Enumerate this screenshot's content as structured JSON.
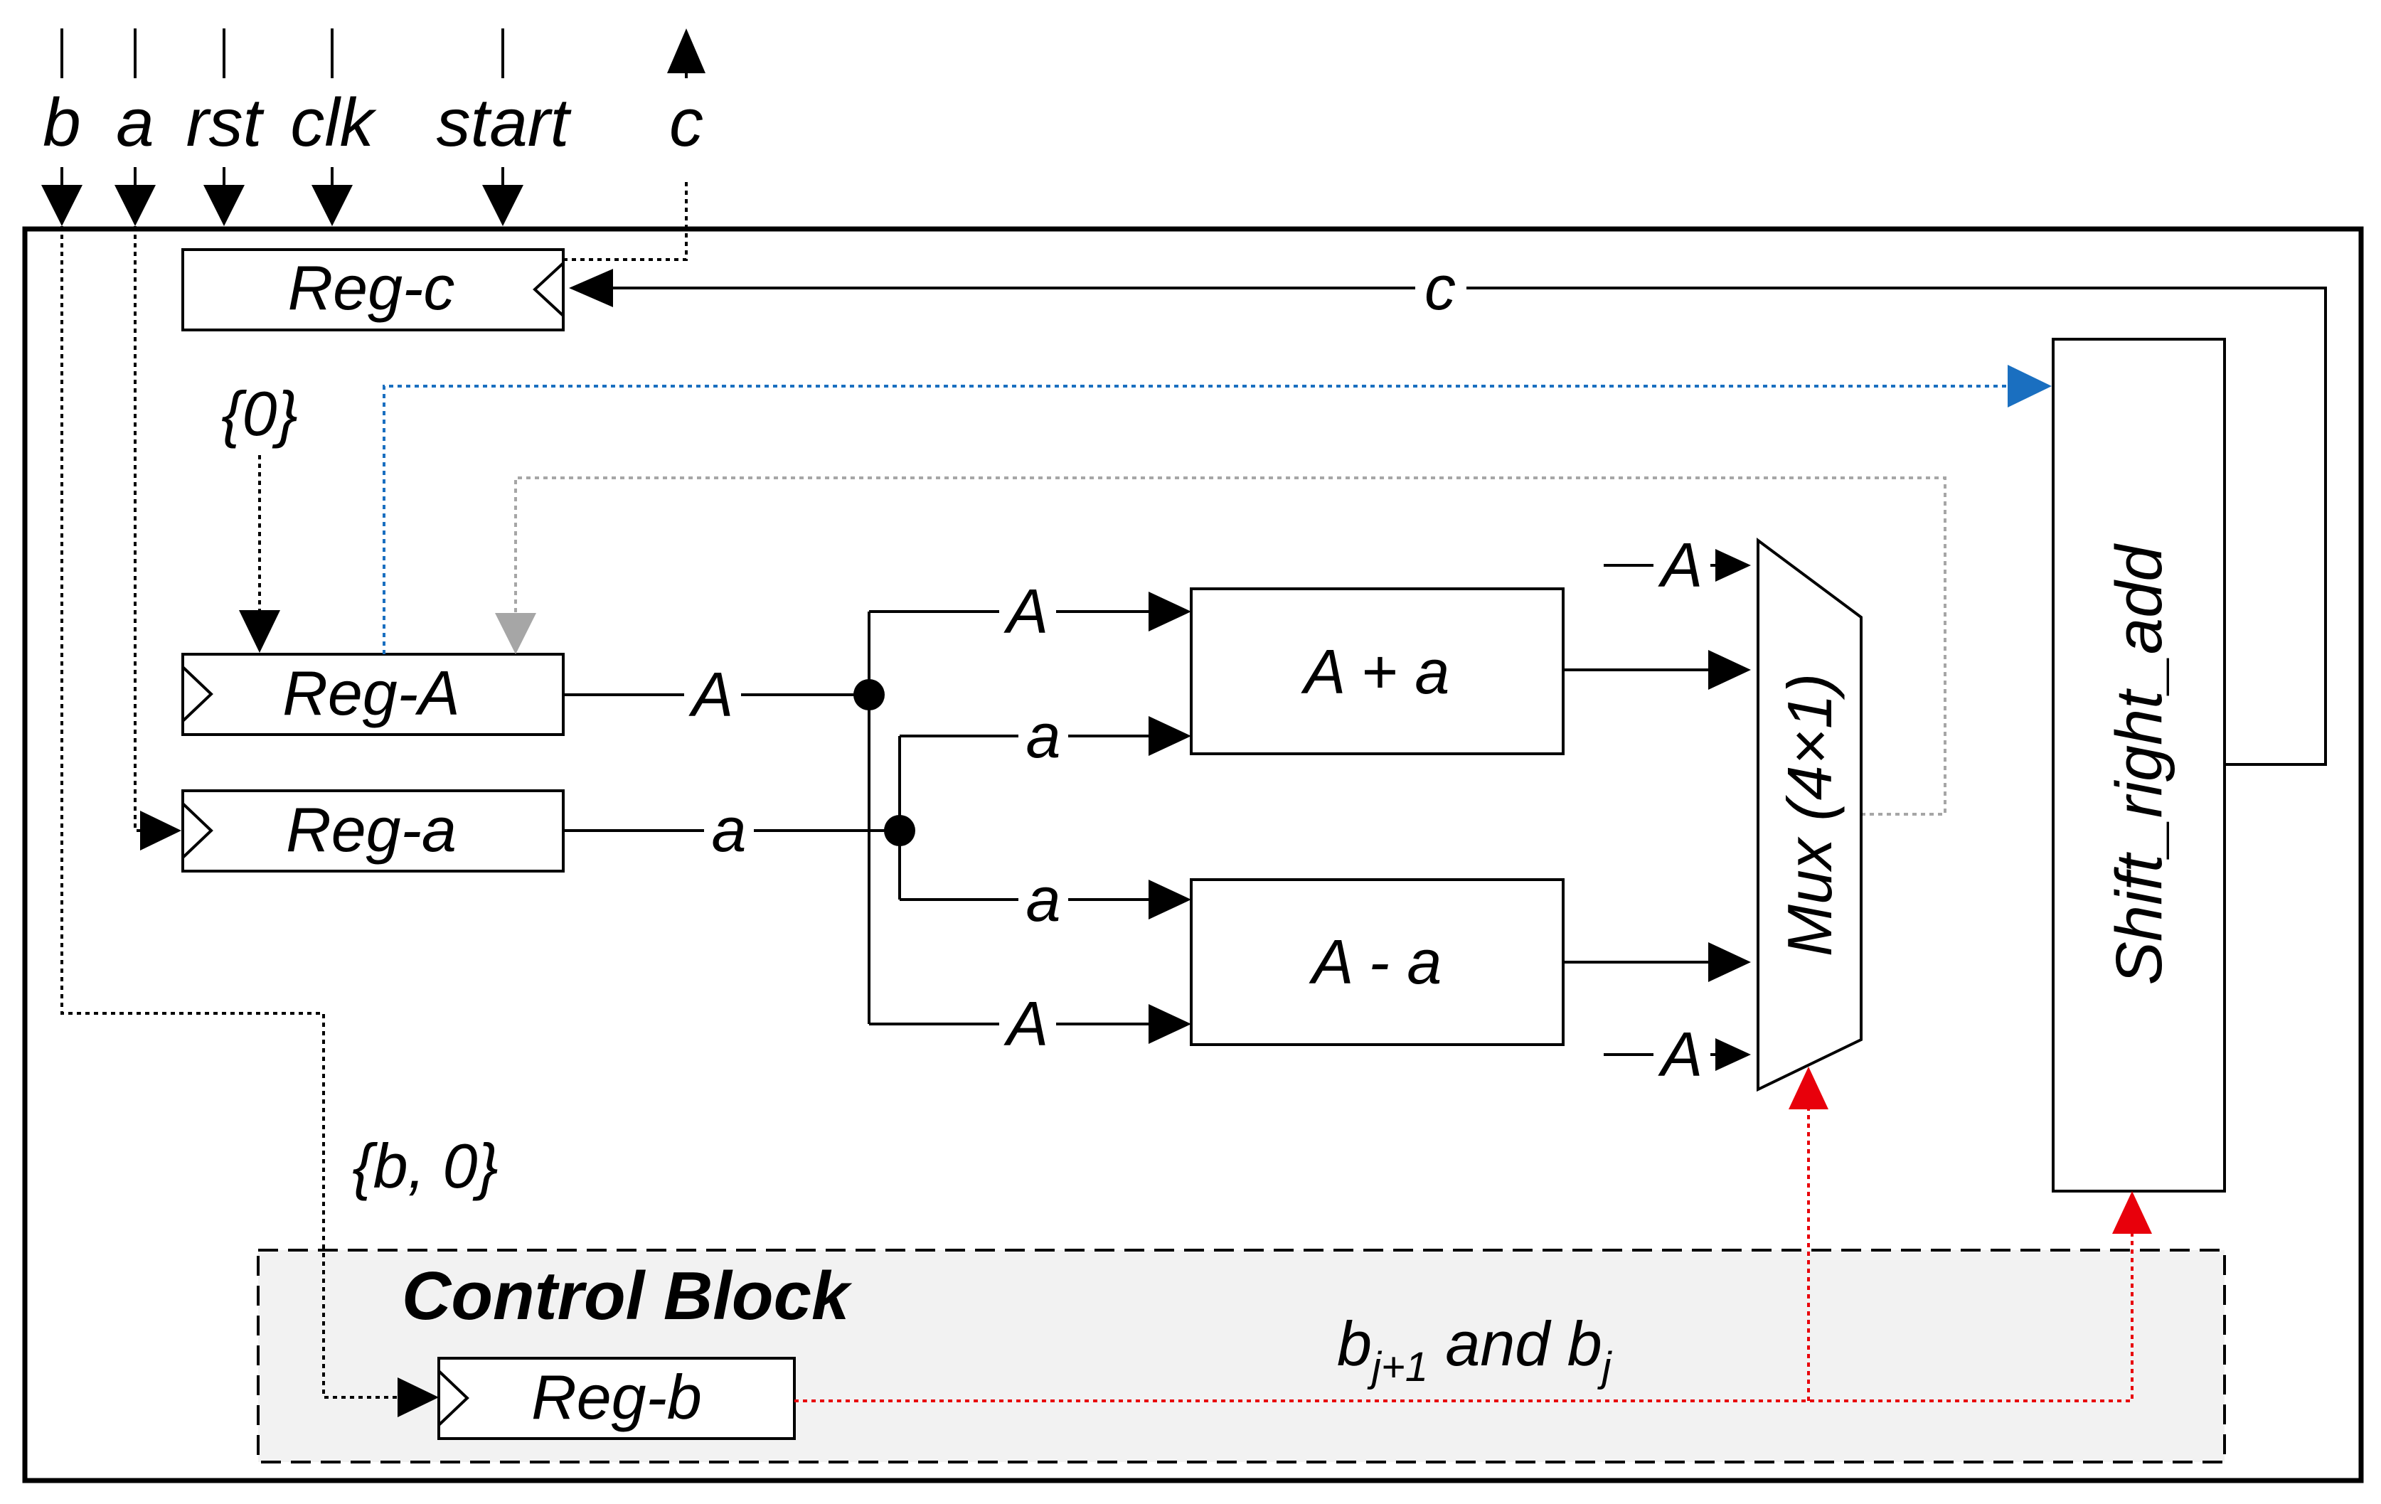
{
  "inputs": {
    "b": "b",
    "a": "a",
    "rst": "rst",
    "clk": "clk",
    "start": "start",
    "c_out": "c"
  },
  "registers": {
    "reg_c": "Reg-c",
    "reg_A": "Reg-A",
    "reg_a": "Reg-a",
    "reg_b": "Reg-b"
  },
  "constants": {
    "zero": "{0}",
    "b_zero": "{b, 0}"
  },
  "blocks": {
    "adder": "A + a",
    "subtractor": "A - a",
    "mux": "Mux (4×1)",
    "shift": "Shift_right_add",
    "control": "Control Block"
  },
  "wires": {
    "c": "c",
    "A_from_reg": "A",
    "a_from_reg": "a",
    "A_to_add": "A",
    "a_to_add": "a",
    "a_to_sub": "a",
    "A_to_sub": "A",
    "mux_in_top": "A",
    "mux_in_bottom": "A"
  },
  "control_signal": {
    "b1": "b",
    "sub1": "j+1",
    "and": " and ",
    "b2": "b",
    "sub2": "j"
  },
  "colors": {
    "black": "#000000",
    "blue": "#1a6fc0",
    "gray": "#a6a6a6",
    "red": "#e8000b",
    "control_fill": "#f2f2f2"
  }
}
